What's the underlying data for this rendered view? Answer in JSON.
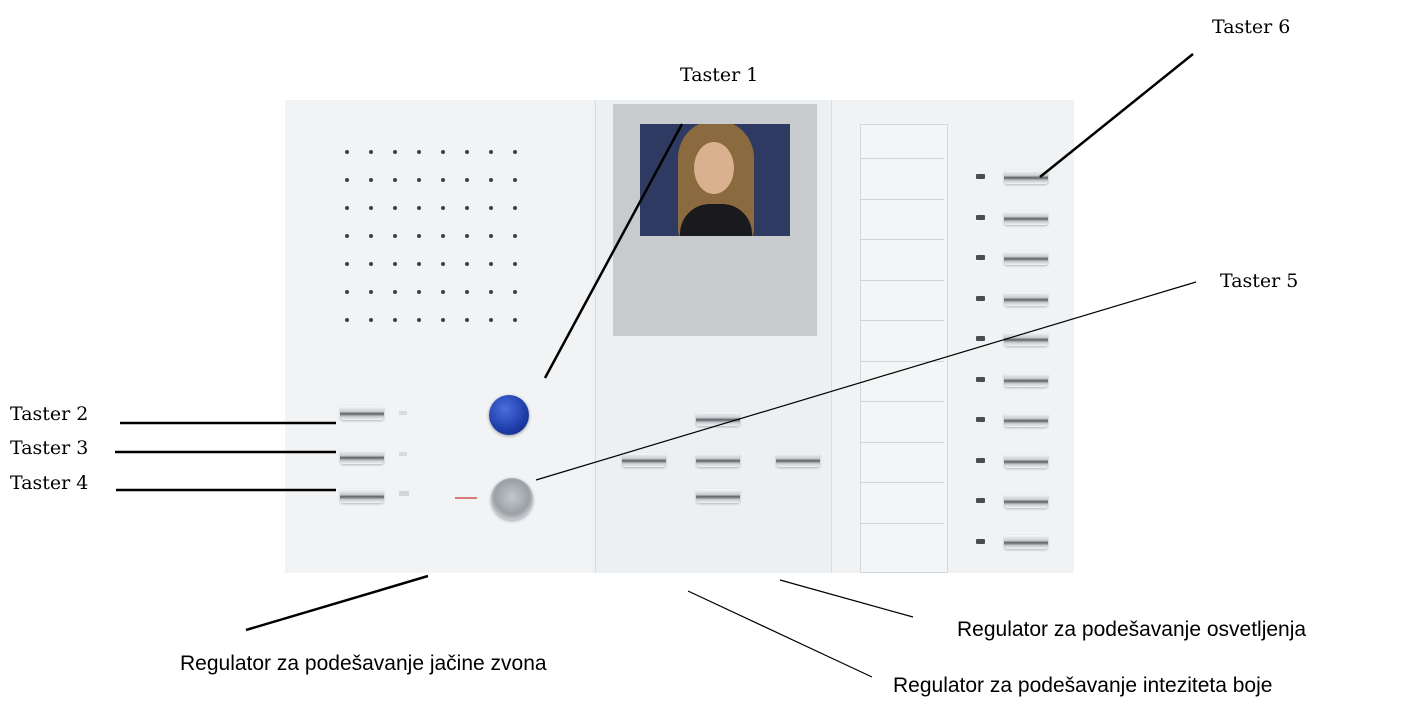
{
  "labels": {
    "taster1": "Taster 1",
    "taster2": "Taster 2",
    "taster3": "Taster 3",
    "taster4": "Taster 4",
    "taster5": "Taster 5",
    "taster6": "Taster 6",
    "regulator_zvono": "Regulator za podešavanje jačine zvona",
    "regulator_boja": "Regulator za podešavanje inteziteta boje",
    "regulator_osvetljenje": "Regulator za podešavanje osvetljenja"
  },
  "device": {
    "panel_color": "#eef1f3",
    "call_button_color": "#1d3ca8"
  },
  "icons": [
    "speaker-grille-icon",
    "call-button-icon",
    "door-open-button-icon",
    "video-screen-icon"
  ]
}
